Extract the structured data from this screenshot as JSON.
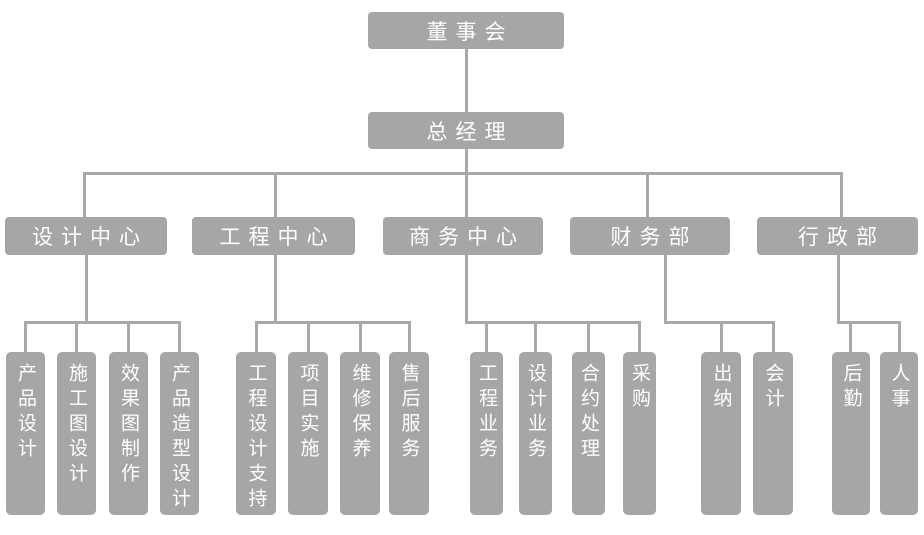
{
  "org": {
    "root": {
      "label": "董事会"
    },
    "gm": {
      "label": "总经理"
    },
    "departments": [
      {
        "label": "设计中心",
        "children": [
          "产品设计",
          "施工图设计",
          "效果图制作",
          "产品造型设计"
        ]
      },
      {
        "label": "工程中心",
        "children": [
          "工程设计支持",
          "项目实施",
          "维修保养",
          "售后服务"
        ]
      },
      {
        "label": "商务中心",
        "children": [
          "工程业务",
          "设计业务",
          "合约处理",
          "采购"
        ]
      },
      {
        "label": "财务部",
        "children": [
          "出纳",
          "会计"
        ]
      },
      {
        "label": "行政部",
        "children": [
          "后勤",
          "人事"
        ]
      }
    ]
  },
  "colors": {
    "box": "#a6a6a6",
    "line": "#a8a8a8",
    "text": "#ffffff",
    "background": "#ffffff"
  }
}
